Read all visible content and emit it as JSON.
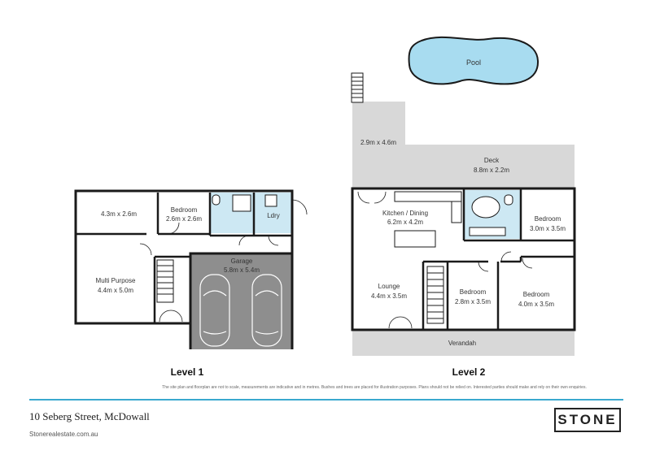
{
  "pool_label": "Pool",
  "level1": {
    "title": "Level 1",
    "rooms": {
      "room_a": "4.3m x 2.6m",
      "bedroom_name": "Bedroom",
      "bedroom_size": "2.6m x 2.6m",
      "laundry": "Ldry",
      "multi_name": "Multi Purpose",
      "multi_size": "4.4m x 5.0m",
      "garage_name": "Garage",
      "garage_size": "5.8m x 5.4m"
    }
  },
  "level2": {
    "title": "Level 2",
    "rooms": {
      "balcony_size": "2.9m x 4.6m",
      "deck_name": "Deck",
      "deck_size": "8.8m x 2.2m",
      "kitchen_name": "Kitchen / Dining",
      "kitchen_size": "6.2m x 4.2m",
      "bed1_name": "Bedroom",
      "bed1_size": "3.0m x 3.5m",
      "lounge_name": "Lounge",
      "lounge_size": "4.4m x 3.5m",
      "bed2_name": "Bedroom",
      "bed2_size": "2.8m x 3.5m",
      "bed3_name": "Bedroom",
      "bed3_size": "4.0m x 3.5m",
      "verandah": "Verandah"
    }
  },
  "disclaimer": "The site plan and floorplan are not to scale, measurements are indicative and in metres. Bushes and trees are placed for illustration purposes. Plans should not be relied on. Interested parties should make and rely on their own enquiries.",
  "footer": {
    "address": "10 Seberg Street, McDowall",
    "website": "Stonerealestate.com.au",
    "logo_text": "STONE"
  },
  "colors": {
    "pool": "#a8dcf0",
    "deck": "#d8d8d8",
    "garage": "#8e8e8e",
    "bathroom": "#cde8f3",
    "wall": "#1a1a1a",
    "accent_rule": "#3aa9cf"
  }
}
